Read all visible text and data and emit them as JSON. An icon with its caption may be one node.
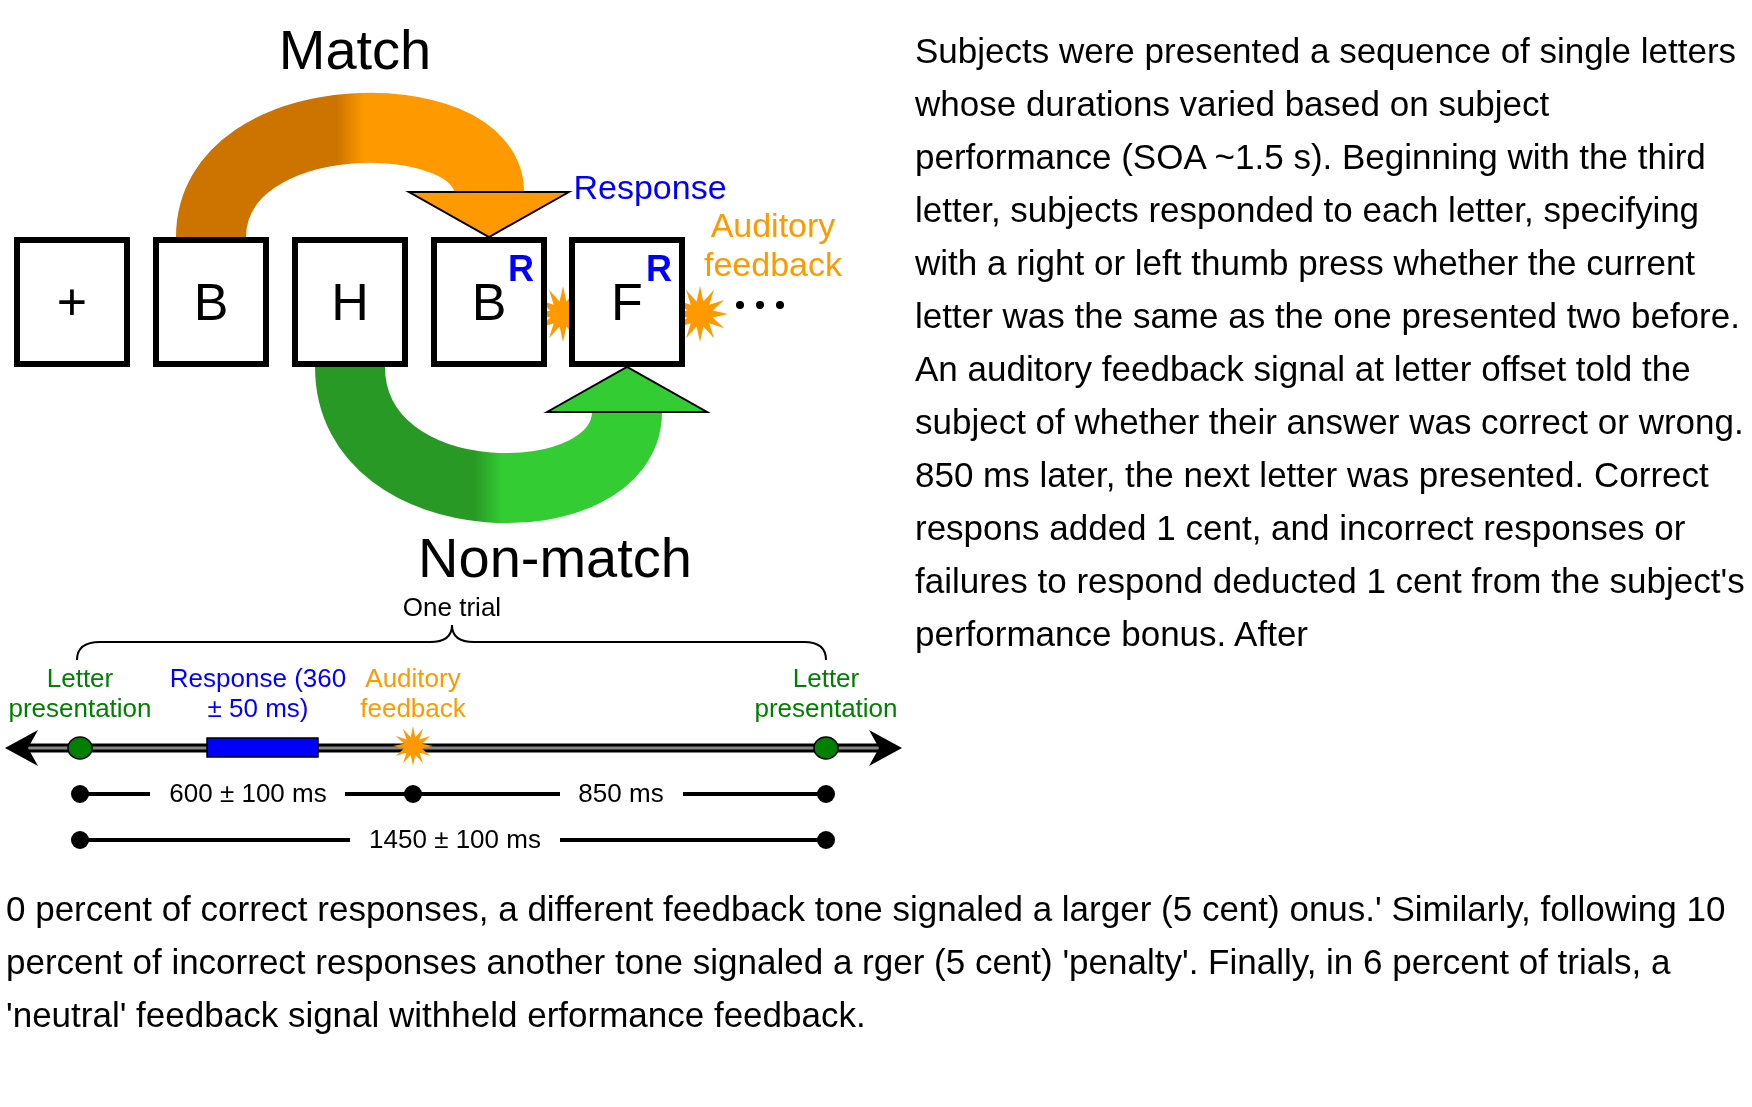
{
  "diagram": {
    "nodes": [
      {
        "text": [
          "+"
        ]
      },
      {
        "text": [
          "B"
        ]
      },
      {
        "text": [
          "H"
        ]
      },
      {
        "text": [
          "B"
        ]
      },
      {
        "text": [
          "F"
        ]
      }
    ],
    "edges": [
      {
        "from": 1,
        "to": 3,
        "arrow": "to",
        "label": "Match",
        "style": "thick",
        "color": "#ff9900"
      },
      {
        "from": 2,
        "to": 4,
        "arrow": "to",
        "label": "Non-match",
        "style": "thick",
        "color": "#33cc33"
      }
    ],
    "labels": [
      "Response",
      "Auditory feedback",
      "R",
      "R",
      "One trial",
      "Letter presentation",
      "Response (360 ± 50 ms)",
      "Auditory feedback",
      "Letter presentation",
      "600 ± 100 ms",
      "850 ms",
      "1450 ± 100 ms",
      "Subjects were presented a sequence of single letters whose durations varied based on subject performance (SOA ~1.5 s). Beginning with the third letter, subjects responded to each letter, specifying with a right or left thumb press whether the current letter was the same as the one presented two before. An auditory feedback signal at letter offset told the subject of whether their answer was correct or wrong. 850 ms later, the next letter was presented. Correct respons added 1 cent, and incorrect responses or failures to respond deducted 1 cent from the subject's performance bonus. After",
      "0 percent of correct responses, a different feedback tone signaled a larger (5 cent) onus.' Similarly, following 10 percent of incorrect responses another tone signaled a rger (5 cent) 'penalty'. Finally, in 6 percent of trials, a 'neutral' feedback signal withheld erformance feedback."
    ]
  }
}
